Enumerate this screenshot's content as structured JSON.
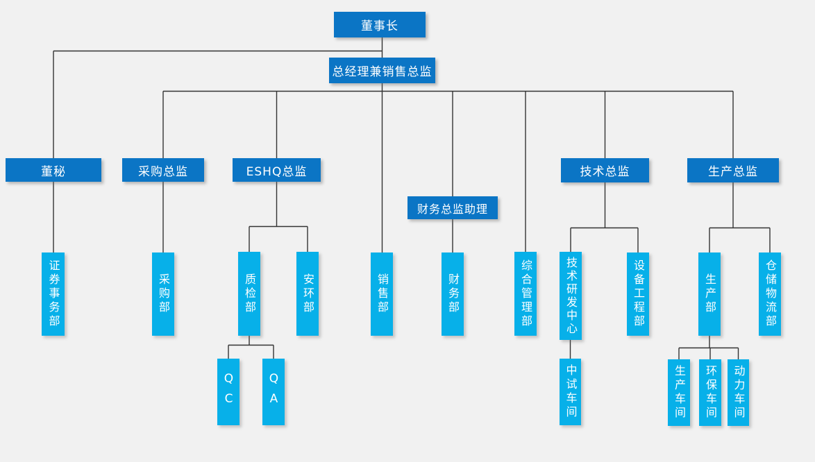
{
  "colors": {
    "executive_box": "#0b75c5",
    "department_box": "#07b0e9",
    "connector": "#333333",
    "box_text": "#ffffff",
    "background": "#f1f1f1"
  },
  "org": {
    "nodes": {
      "chairman": {
        "label": "董事长",
        "level": "executive"
      },
      "general_manager": {
        "label": "总经理兼销售总监",
        "level": "executive"
      },
      "board_secretary": {
        "label": "董秘",
        "level": "executive"
      },
      "procurement_director": {
        "label": "采购总监",
        "level": "executive"
      },
      "eshq_director": {
        "label": "ESHQ总监",
        "level": "executive"
      },
      "finance_director_assistant": {
        "label": "财务总监助理",
        "level": "executive"
      },
      "technical_director": {
        "label": "技术总监",
        "level": "executive"
      },
      "production_director": {
        "label": "生产总监",
        "level": "executive"
      },
      "securities_affairs_dept": {
        "label": "证券事务部",
        "level": "department"
      },
      "procurement_dept": {
        "label": "采购部",
        "level": "department"
      },
      "quality_inspection_dept": {
        "label": "质检部",
        "level": "department"
      },
      "safety_environment_dept": {
        "label": "安环部",
        "level": "department"
      },
      "sales_dept": {
        "label": "销售部",
        "level": "department"
      },
      "finance_dept": {
        "label": "财务部",
        "level": "department"
      },
      "general_management_dept": {
        "label": "综合管理部",
        "level": "department"
      },
      "tech_rd_center": {
        "label": "技术研发中心",
        "level": "department"
      },
      "equipment_engineering_dept": {
        "label": "设备工程部",
        "level": "department"
      },
      "production_dept": {
        "label": "生产部",
        "level": "department"
      },
      "warehouse_logistics_dept": {
        "label": "仓储物流部",
        "level": "department"
      },
      "qc": {
        "label": "QC",
        "level": "department"
      },
      "qa": {
        "label": "QA",
        "level": "department"
      },
      "pilot_workshop": {
        "label": "中试车间",
        "level": "department"
      },
      "production_workshop": {
        "label": "生产车间",
        "level": "department"
      },
      "environmental_workshop": {
        "label": "环保车间",
        "level": "department"
      },
      "power_workshop": {
        "label": "动力车间",
        "level": "department"
      }
    },
    "edges": [
      [
        "chairman",
        "board_secretary"
      ],
      [
        "chairman",
        "general_manager"
      ],
      [
        "board_secretary",
        "securities_affairs_dept"
      ],
      [
        "general_manager",
        "procurement_director"
      ],
      [
        "general_manager",
        "eshq_director"
      ],
      [
        "general_manager",
        "sales_dept"
      ],
      [
        "general_manager",
        "finance_director_assistant"
      ],
      [
        "general_manager",
        "general_management_dept"
      ],
      [
        "general_manager",
        "technical_director"
      ],
      [
        "general_manager",
        "production_director"
      ],
      [
        "procurement_director",
        "procurement_dept"
      ],
      [
        "eshq_director",
        "quality_inspection_dept"
      ],
      [
        "eshq_director",
        "safety_environment_dept"
      ],
      [
        "quality_inspection_dept",
        "qc"
      ],
      [
        "quality_inspection_dept",
        "qa"
      ],
      [
        "finance_director_assistant",
        "finance_dept"
      ],
      [
        "technical_director",
        "tech_rd_center"
      ],
      [
        "technical_director",
        "equipment_engineering_dept"
      ],
      [
        "tech_rd_center",
        "pilot_workshop"
      ],
      [
        "production_director",
        "production_dept"
      ],
      [
        "production_director",
        "warehouse_logistics_dept"
      ],
      [
        "production_dept",
        "production_workshop"
      ],
      [
        "production_dept",
        "environmental_workshop"
      ],
      [
        "production_dept",
        "power_workshop"
      ]
    ]
  }
}
